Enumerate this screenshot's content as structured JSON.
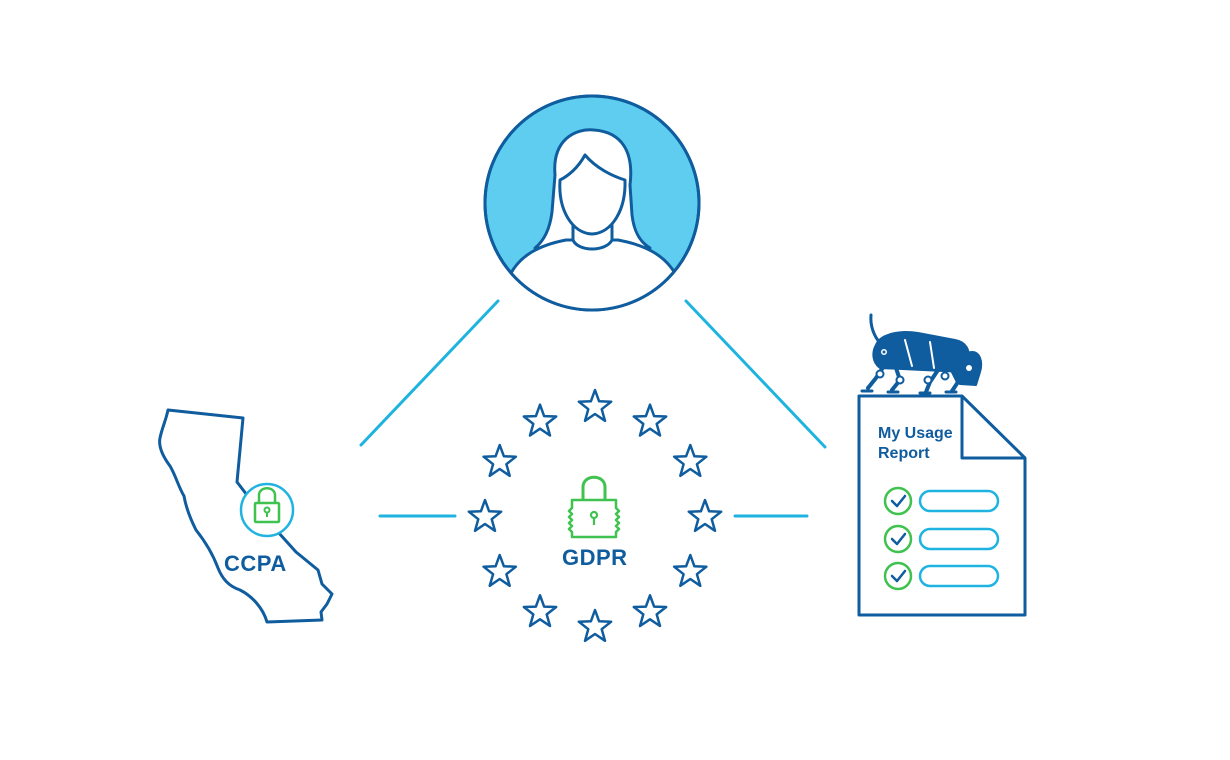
{
  "nodes": {
    "user": {
      "icon": "woman-avatar-icon"
    },
    "ccpa": {
      "label": "CCPA",
      "icon": "california-map-icon",
      "badge": "lock-icon"
    },
    "gdpr": {
      "label": "GDPR",
      "icon": "eu-stars-icon",
      "badge": "lock-icon",
      "star_count": 12
    },
    "report": {
      "title_line1": "My Usage",
      "title_line2": "Report",
      "icon": "document-icon",
      "mascot": "robot-dog-icon",
      "checklist_items": 3
    }
  },
  "colors": {
    "line": "#1fb3e0",
    "outline": "#0f5c9e",
    "avatar_fill": "#5fcdf0",
    "lock_green": "#3fc24f",
    "ring_blue": "#1fb3e0"
  }
}
